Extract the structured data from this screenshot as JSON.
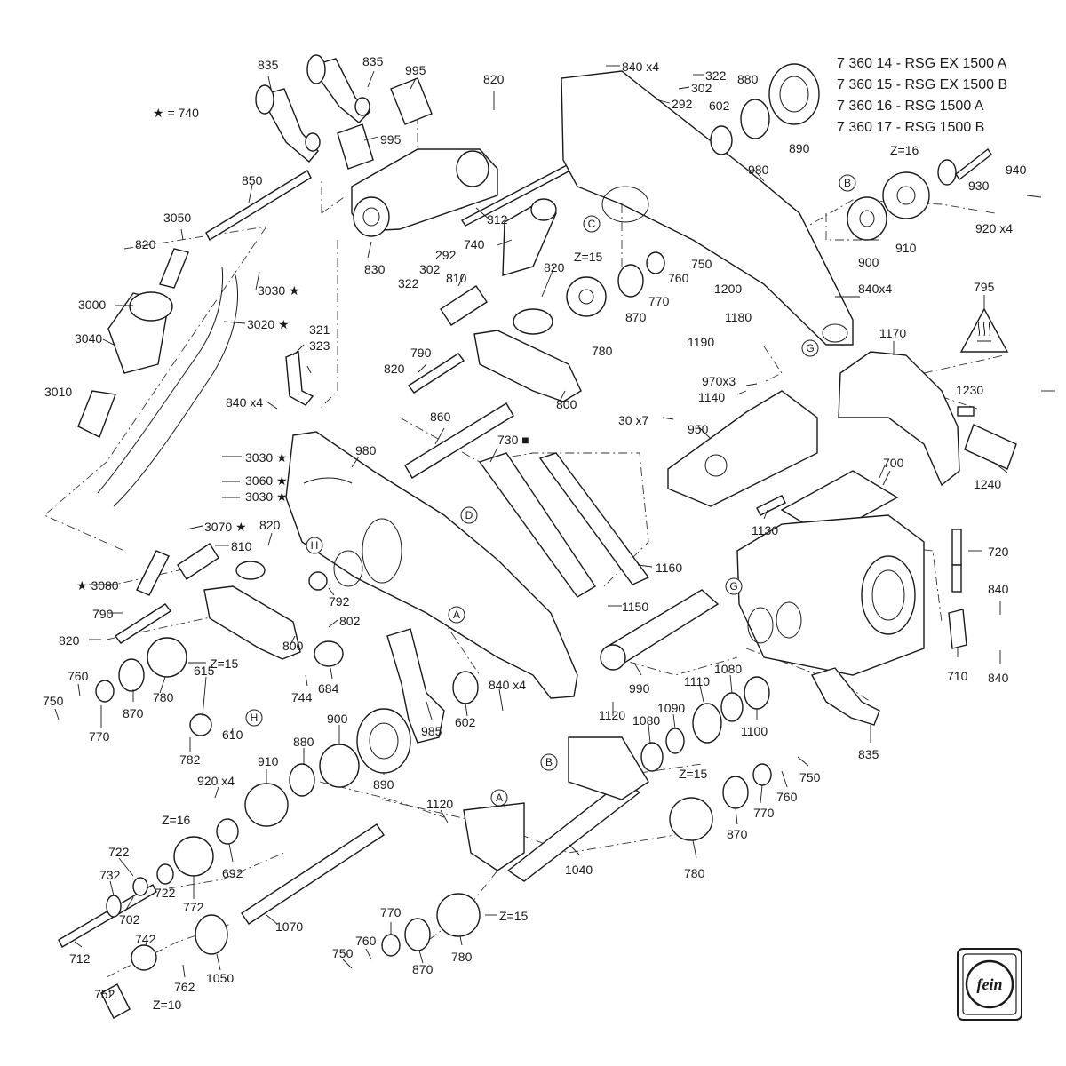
{
  "header": {
    "models": [
      "7 360 14 - RSG EX 1500 A",
      "7 360 15 - RSG EX 1500 B",
      "7 360 16 - RSG 1500 A",
      "7 360 17 - RSG 1500 B"
    ],
    "legend": "★ = 740"
  },
  "brand": {
    "logo_text": "fein"
  },
  "refs": [
    "A",
    "A",
    "B",
    "B",
    "C",
    "C",
    "D",
    "D",
    "G",
    "G",
    "H",
    "H"
  ],
  "labels": [
    "835",
    "835",
    "995",
    "995",
    "820",
    "840 x4",
    "322",
    "302",
    "292",
    "880",
    "602",
    "890",
    "850",
    "3050",
    "820",
    "3030 ★",
    "3000",
    "3040",
    "3020 ★",
    "3010",
    "830",
    "302",
    "322",
    "292",
    "312",
    "740",
    "810",
    "820",
    "Z=15",
    "870",
    "770",
    "760",
    "750",
    "980",
    "Z=16",
    "940",
    "930",
    "910",
    "900",
    "920 x4",
    "840x4",
    "1200",
    "1180",
    "1190",
    "795",
    "1170",
    "321",
    "323",
    "790",
    "820",
    "800",
    "780",
    "860",
    "840 x4",
    "30 x7",
    "970x3",
    "1140",
    "950",
    "1230",
    "1240",
    "980",
    "730 ■",
    "3030 ★",
    "3060 ★",
    "3030 ★",
    "3070 ★",
    "700",
    "1130",
    "820",
    "810",
    "720",
    "★ 3080",
    "792",
    "1160",
    "840",
    "790",
    "802",
    "1150",
    "800",
    "820",
    "Z=15",
    "744",
    "684",
    "760",
    "750",
    "870",
    "780",
    "770",
    "615",
    "610",
    "782",
    "985",
    "602",
    "840 x4",
    "990",
    "710",
    "840",
    "1120",
    "1080",
    "1110",
    "1080",
    "1090",
    "1100",
    "835",
    "880",
    "900",
    "910",
    "920 x4",
    "890",
    "Z=16",
    "1120",
    "Z=15",
    "750",
    "760",
    "770",
    "870",
    "722",
    "732",
    "722",
    "702",
    "772",
    "692",
    "780",
    "1040",
    "712",
    "742",
    "1070",
    "770",
    "760",
    "750",
    "870",
    "780",
    "Z=15",
    "752",
    "762",
    "1050",
    "Z=10"
  ]
}
